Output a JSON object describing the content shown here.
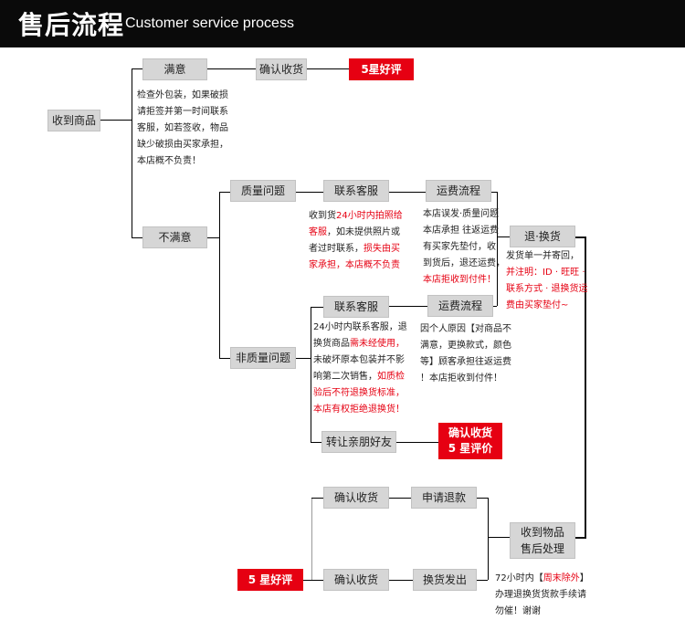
{
  "header": {
    "title_zh": "售后流程",
    "title_en": "Customer service process"
  },
  "nodes": {
    "received": "收到商品",
    "satisfied": "满意",
    "confirm_top": "确认收货",
    "five_star_top": "5星好评",
    "unsatisfied": "不满意",
    "quality_issue": "质量问题",
    "contact_cs_1": "联系客服",
    "shipping_flow_1": "运费流程",
    "return_exchange": "退·换货",
    "non_quality_issue": "非质量问题",
    "contact_cs_2": "联系客服",
    "shipping_flow_2": "运费流程",
    "transfer_friends": "转让亲朋好友",
    "confirm_five_star_line1": "确认收货",
    "confirm_five_star_line2": "5 星评价",
    "confirm_mid": "确认收货",
    "apply_refund": "申请退款",
    "after_sales_line1": "收到物品",
    "after_sales_line2": "售后处理",
    "five_star_bottom": "5 星好评",
    "confirm_bottom": "确认收货",
    "exchange_ship": "换货发出"
  },
  "notes": {
    "inspect": [
      "检查外包装，如果破损",
      "请拒签并第一时间联系",
      "客服，如若签收，物品",
      "缺少破损由买家承担，",
      "本店概不负责！"
    ],
    "quality_cs": {
      "l1a": "收到货",
      "l1b": "24小时内拍照给",
      "l2a": "客服",
      "l2b": "，如未提供照片或",
      "l3a": "者过时联系，",
      "l3b": "损失由买",
      "l4": "家承担，本店概不负责"
    },
    "quality_ship": {
      "l1": "本店误发·质量问题",
      "l2": "本店承担 往返运费",
      "l3": "有买家先垫付，收",
      "l4": "到货后，退还运费，",
      "l5": "本店拒收到付件！"
    },
    "return_note": {
      "l1": "发货单一并寄回，",
      "l2": "并注明：ID · 旺旺 ·",
      "l3": "联系方式 · 退换货运",
      "l4": "费由买家垫付~"
    },
    "nonquality_cs": {
      "l1": "24小时内联系客服，退",
      "l2a": "换货商品",
      "l2b": "需未经使用，",
      "l3": "未破坏原本包装并不影",
      "l4a": "响第二次销售，",
      "l4b": "如质检",
      "l5": "验后不符退换货标准，",
      "l6": "本店有权拒绝退换货！"
    },
    "nonquality_ship": [
      "因个人原因【对商品不",
      "满意，更换款式，颜色",
      "等】顾客承担往返运费",
      "！本店拒收到付件！"
    ],
    "bottom": {
      "l1a": "72小时内【",
      "l1b": "周末除外",
      "l1c": "】",
      "l2": "办理退换货货款手续请",
      "l3": "勿催！谢谢"
    }
  },
  "colors": {
    "accent_red": "#e60012",
    "box_gray": "#d6d6d6",
    "header_black": "#0a0a0a"
  }
}
